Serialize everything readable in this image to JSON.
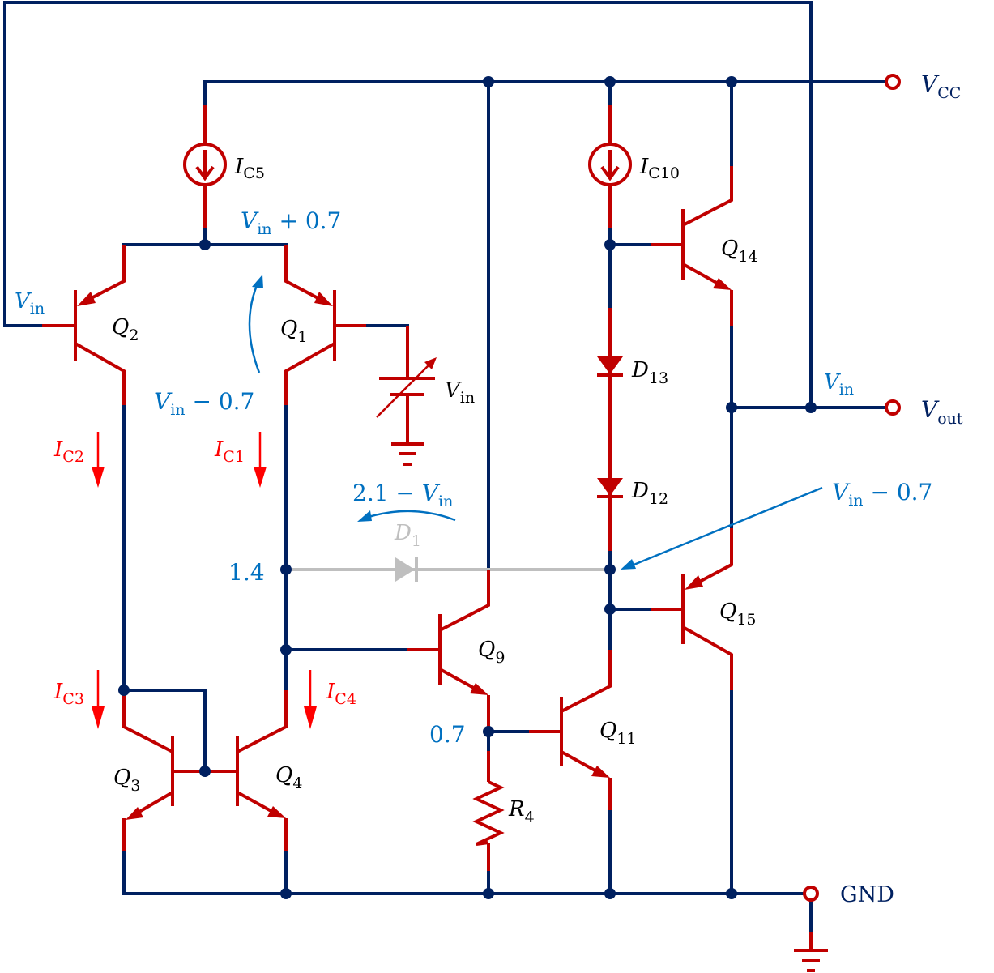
{
  "title": "Op-amp voltage follower circuit with node voltages",
  "colors": {
    "wire": "#002060",
    "component": "#C00000",
    "current_arrow": "#FF0000",
    "annotation": "#0070C0",
    "inactive": "#BFBFBF"
  },
  "terminals": {
    "vcc": {
      "main": "V",
      "sub": "CC"
    },
    "vout": {
      "main": "V",
      "sub": "out"
    },
    "gnd": {
      "text": "GND"
    }
  },
  "components": {
    "q1": {
      "main": "Q",
      "sub": "1"
    },
    "q2": {
      "main": "Q",
      "sub": "2"
    },
    "q3": {
      "main": "Q",
      "sub": "3"
    },
    "q4": {
      "main": "Q",
      "sub": "4"
    },
    "q9": {
      "main": "Q",
      "sub": "9"
    },
    "q11": {
      "main": "Q",
      "sub": "11"
    },
    "q14": {
      "main": "Q",
      "sub": "14"
    },
    "q15": {
      "main": "Q",
      "sub": "15"
    },
    "d1": {
      "main": "D",
      "sub": "1"
    },
    "d12": {
      "main": "D",
      "sub": "12"
    },
    "d13": {
      "main": "D",
      "sub": "13"
    },
    "r4": {
      "main": "R",
      "sub": "4"
    },
    "ic5": {
      "main": "I",
      "sub": "C5"
    },
    "ic10": {
      "main": "I",
      "sub": "C10"
    },
    "vsrc": {
      "main": "V",
      "sub": "in"
    }
  },
  "currents": {
    "ic1": {
      "main": "I",
      "sub": "C1"
    },
    "ic2": {
      "main": "I",
      "sub": "C2"
    },
    "ic3": {
      "main": "I",
      "sub": "C3"
    },
    "ic4": {
      "main": "I",
      "sub": "C4"
    }
  },
  "annotations": {
    "vin_left": {
      "main": "V",
      "sub": "in"
    },
    "vin_plus": {
      "main": "V",
      "sub": "in",
      "rest": " + 0.7"
    },
    "vin_minus_left": {
      "main": "V",
      "sub": "in",
      "rest": " − 0.7"
    },
    "vin_minus_right": {
      "main": "V",
      "sub": "in",
      "rest": " − 0.7"
    },
    "two_one_minus": {
      "pre": "2.1 − ",
      "main": "V",
      "sub": "in"
    },
    "vin_out": {
      "main": "V",
      "sub": "in"
    },
    "node_1_4": "1.4",
    "node_0_7": "0.7"
  }
}
